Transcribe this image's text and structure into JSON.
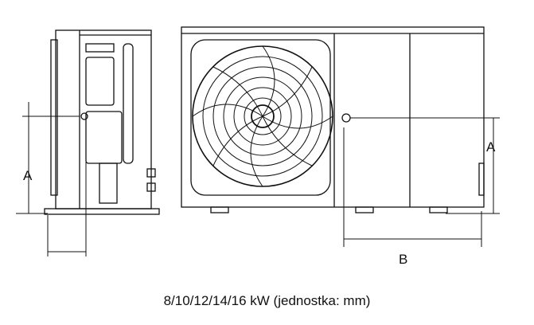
{
  "labels": {
    "left_height": "A",
    "right_height": "A",
    "width": "B"
  },
  "caption": "8/10/12/14/16 kW (jednostka: mm)"
}
